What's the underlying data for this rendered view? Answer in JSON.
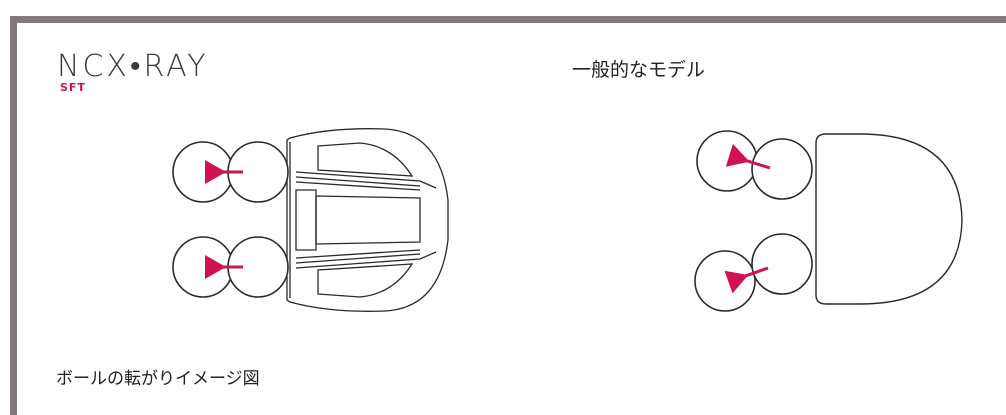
{
  "brand": {
    "name": "NCX•RAY",
    "sub": "SFT"
  },
  "generic_label": "一般的なモデル",
  "caption": "ボールの転がりイメージ図",
  "colors": {
    "accent": "#d0124f",
    "frame": "#807a7a",
    "line": "#2a2a2a"
  }
}
